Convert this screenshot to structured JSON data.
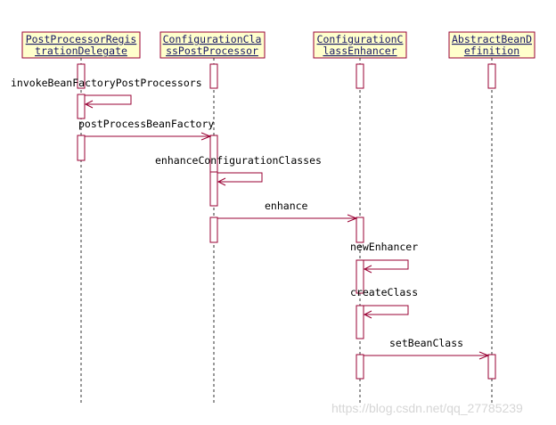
{
  "diagram": {
    "participants": [
      {
        "id": "ppr",
        "line1": "PostProcessorRegis",
        "line2": "trationDelegate"
      },
      {
        "id": "ccpp",
        "line1": "ConfigurationCla",
        "line2": "ssPostProcessor"
      },
      {
        "id": "cce",
        "line1": "ConfigurationC",
        "line2": "lassEnhancer"
      },
      {
        "id": "abd",
        "line1": "AbstractBeanD",
        "line2": "efinition"
      }
    ],
    "messages": [
      {
        "label": "invokeBeanFactoryPostProcessors",
        "from": "ppr",
        "to": "ppr"
      },
      {
        "label": "postProcessBeanFactory",
        "from": "ppr",
        "to": "ccpp"
      },
      {
        "label": "enhanceConfigurationClasses",
        "from": "ccpp",
        "to": "ccpp"
      },
      {
        "label": "enhance",
        "from": "ccpp",
        "to": "cce"
      },
      {
        "label": "newEnhancer",
        "from": "cce",
        "to": "cce"
      },
      {
        "label": "createClass",
        "from": "cce",
        "to": "cce"
      },
      {
        "label": "setBeanClass",
        "from": "cce",
        "to": "abd"
      }
    ]
  },
  "watermark": "https://blog.csdn.net/qq_27785239"
}
